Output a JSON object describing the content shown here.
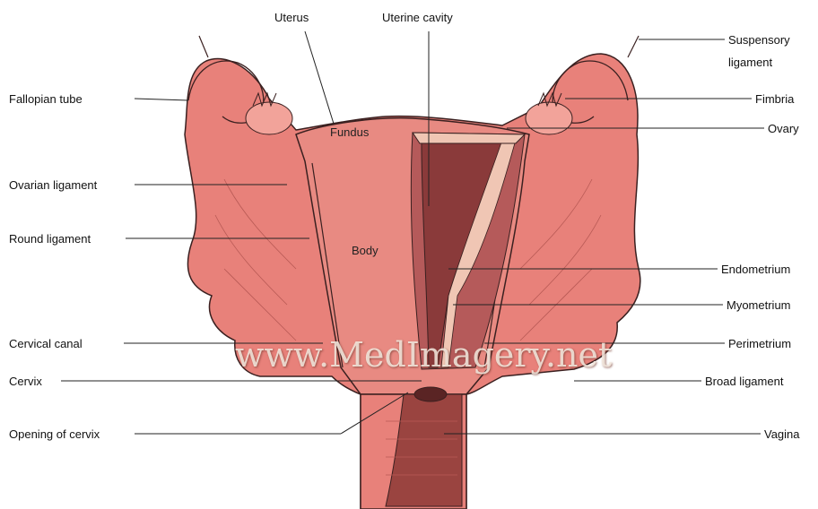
{
  "diagram": {
    "labels": {
      "uterus": "Uterus",
      "uterine_cavity": "Uterine cavity",
      "suspensory_ligament_1": "Suspensory",
      "suspensory_ligament_2": "ligament",
      "fallopian_tube": "Fallopian tube",
      "fimbria": "Fimbria",
      "ovary": "Ovary",
      "ovarian_ligament": "Ovarian ligament",
      "round_ligament": "Round ligament",
      "endometrium": "Endometrium",
      "myometrium": "Myometrium",
      "cervical_canal": "Cervical canal",
      "perimetrium": "Perimetrium",
      "cervix": "Cervix",
      "broad_ligament": "Broad ligament",
      "opening_of_cervix": "Opening of cervix",
      "vagina": "Vagina",
      "fundus": "Fundus",
      "body": "Body"
    },
    "watermark": "www.MedImagery.net",
    "colors": {
      "tissue": "#e8817a",
      "tissue_dark": "#c45a55",
      "tissue_light": "#f2a39a",
      "cavity": "#8a3a3a",
      "endometrium": "#f0c6b4",
      "outline": "#3a2020",
      "leader": "#222222"
    }
  }
}
